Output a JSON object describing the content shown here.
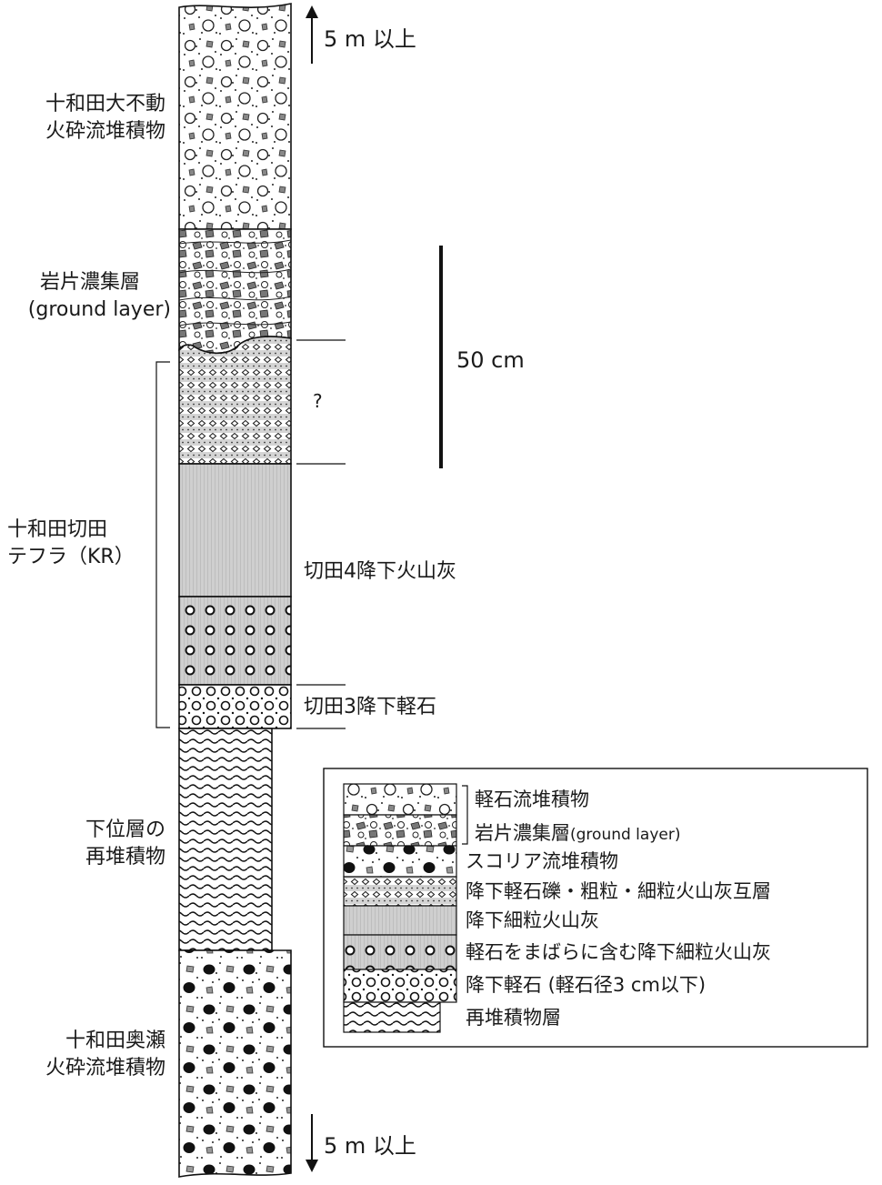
{
  "column": {
    "top_arrow_text": "5 m 以上",
    "bottom_arrow_text": "5 m 以上",
    "scale_text": "50 cm",
    "question_mark": "?"
  },
  "unit_labels": {
    "okutodo_line1": "十和田大不動",
    "okutodo_line2": "火砕流堆積物",
    "ground_layer_line1": "岩片濃集層",
    "ground_layer_line2": "(ground layer)",
    "kirita_line1": "十和田切田",
    "kirita_line2": "テフラ（KR）",
    "reworked_line1": "下位層の",
    "reworked_line2": "再堆積物",
    "okose_line1": "十和田奥瀬",
    "okose_line2": "火砕流堆積物"
  },
  "layer_labels": {
    "kirita4": "切田4降下火山灰",
    "kirita3": "切田3降下軽石"
  },
  "legend": {
    "items": [
      {
        "label": "軽石流堆積物",
        "suffix": ""
      },
      {
        "label": "岩片濃集層",
        "suffix": "(ground layer)"
      },
      {
        "label": "スコリア流堆積物",
        "suffix": ""
      },
      {
        "label": "降下軽石礫・粗粒・細粒火山灰互層",
        "suffix": ""
      },
      {
        "label": "降下細粒火山灰",
        "suffix": ""
      },
      {
        "label": "軽石をまばらに含む降下細粒火山灰",
        "suffix": ""
      },
      {
        "label": "降下軽石 (軽石径3 cm以下)",
        "suffix": ""
      },
      {
        "label": "再堆積物層",
        "suffix": ""
      }
    ]
  }
}
